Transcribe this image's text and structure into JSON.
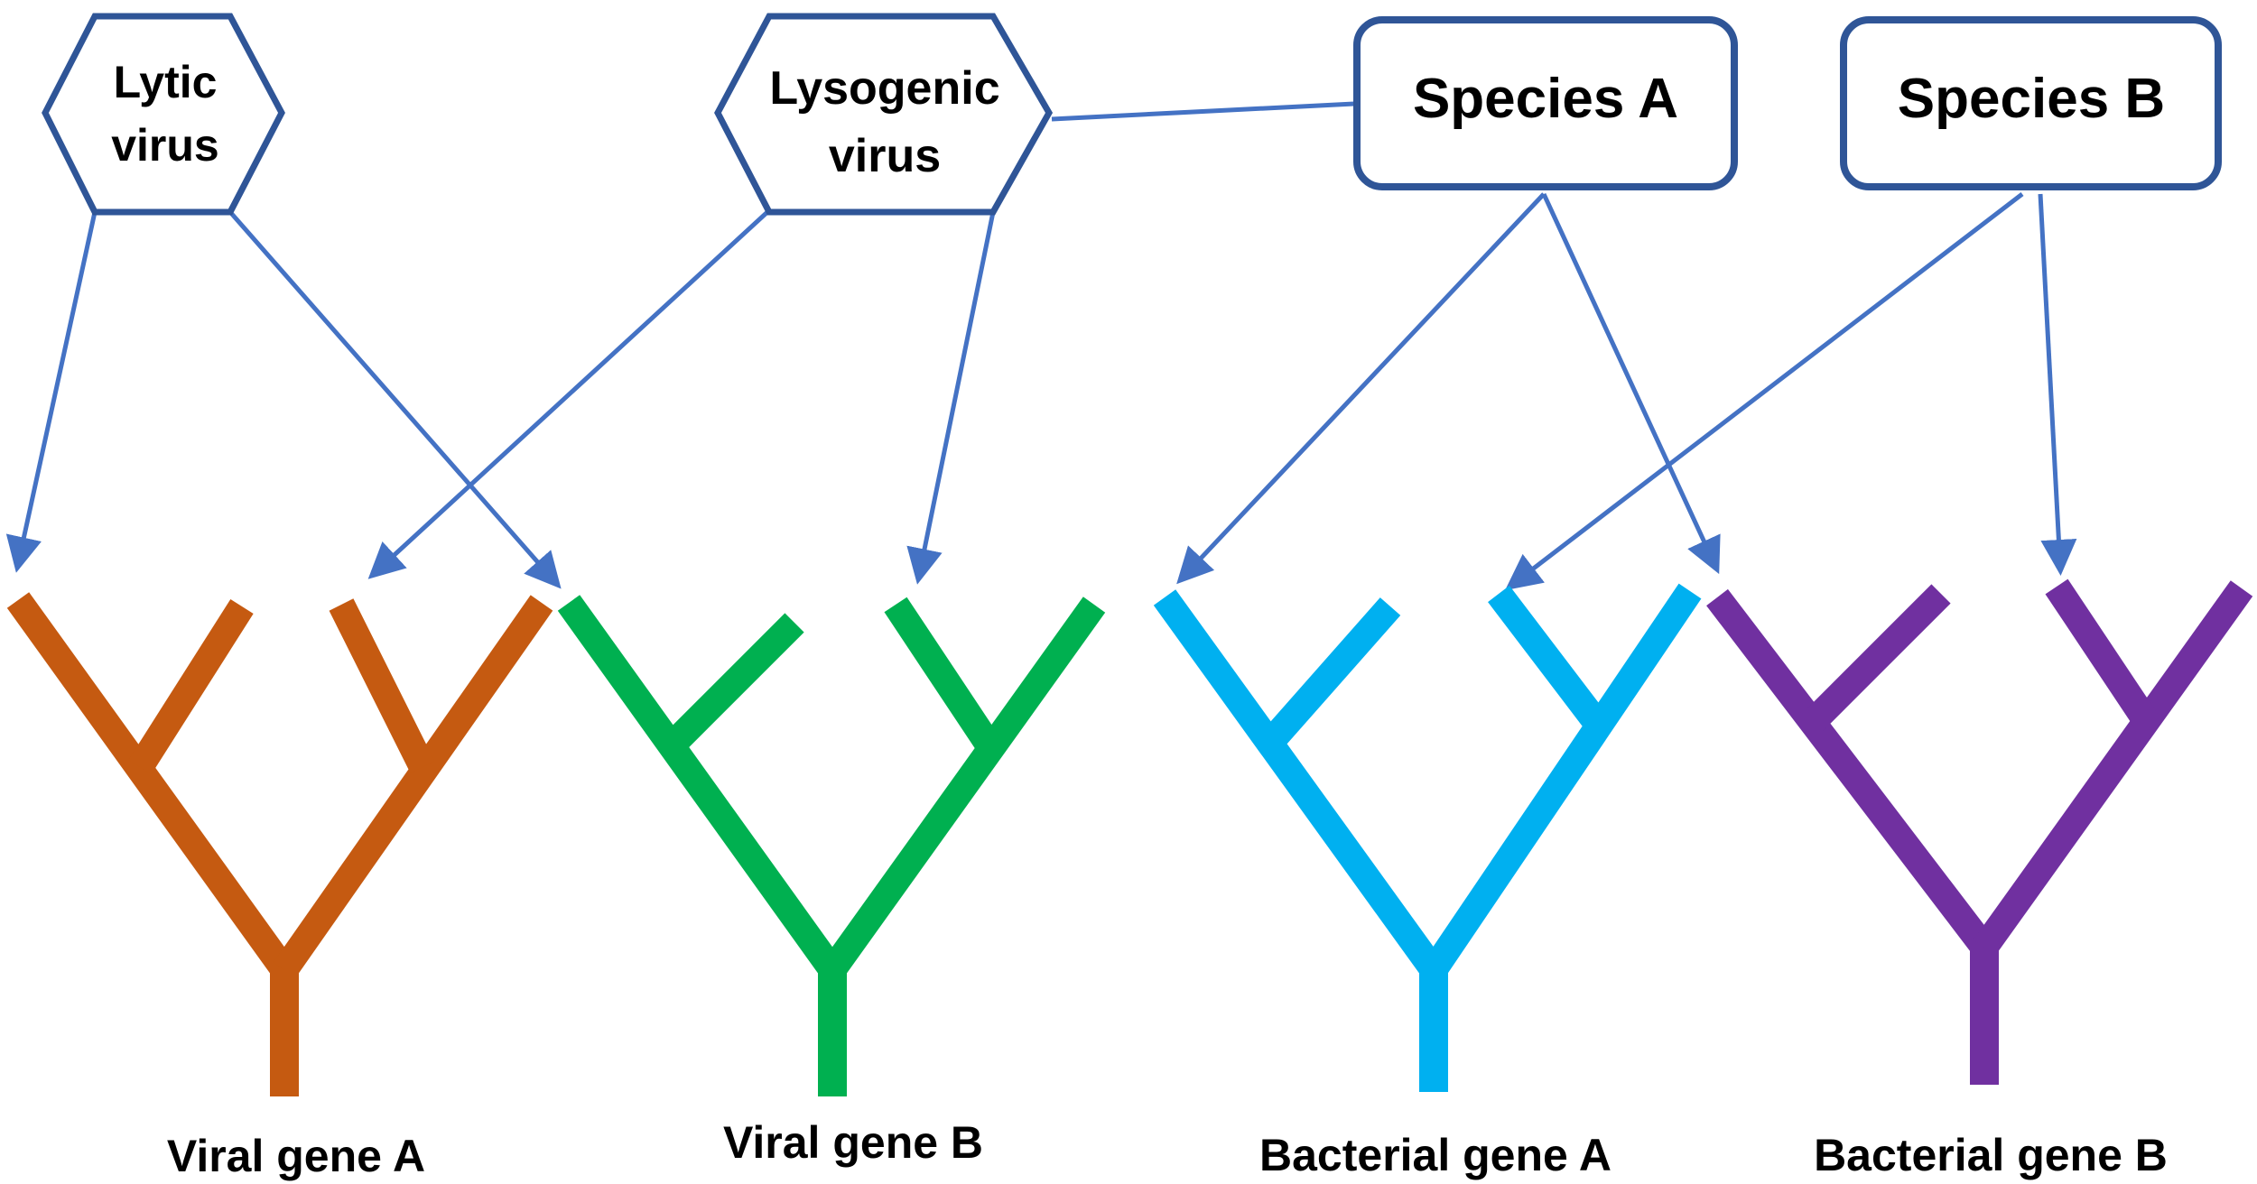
{
  "colors": {
    "outline": "#2F5597",
    "arrow": "#4472C4",
    "tree_orange": "#C55A11",
    "tree_green": "#00B050",
    "tree_cyan": "#00B0F0",
    "tree_purple": "#7030A0"
  },
  "nodes": {
    "lytic_virus": {
      "line1": "Lytic",
      "line2": "virus"
    },
    "lysogenic_virus": {
      "line1": "Lysogenic",
      "line2": "virus"
    },
    "species_a": {
      "label": "Species A"
    },
    "species_b": {
      "label": "Species B"
    }
  },
  "gene_trees": [
    {
      "id": "viral-gene-a",
      "label": "Viral gene A",
      "color": "#C55A11"
    },
    {
      "id": "viral-gene-b",
      "label": "Viral gene B",
      "color": "#00B050"
    },
    {
      "id": "bacterial-gene-a",
      "label": "Bacterial gene A",
      "color": "#00B0F0"
    },
    {
      "id": "bacterial-gene-b",
      "label": "Bacterial gene B",
      "color": "#7030A0"
    }
  ]
}
